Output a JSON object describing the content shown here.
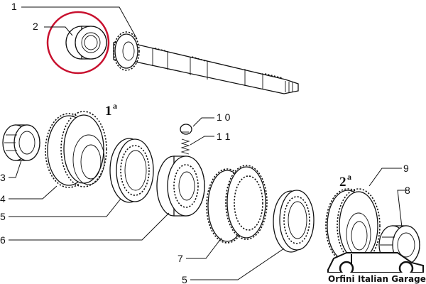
{
  "callouts": {
    "c1": "1",
    "c2": "2",
    "c3": "3",
    "c4": "4",
    "c5a": "5",
    "c6": "6",
    "c7": "7",
    "c5b": "5",
    "c8": "8",
    "c9": "9",
    "c10": "1 0",
    "c11": "1 1"
  },
  "groups": {
    "g1": {
      "main": "1",
      "sup": "a"
    },
    "g2": {
      "main": "2",
      "sup": "a"
    }
  },
  "watermark": "Orfini Italian Garage",
  "colors": {
    "highlight_circle": "#c8102e",
    "ink": "#111111"
  }
}
